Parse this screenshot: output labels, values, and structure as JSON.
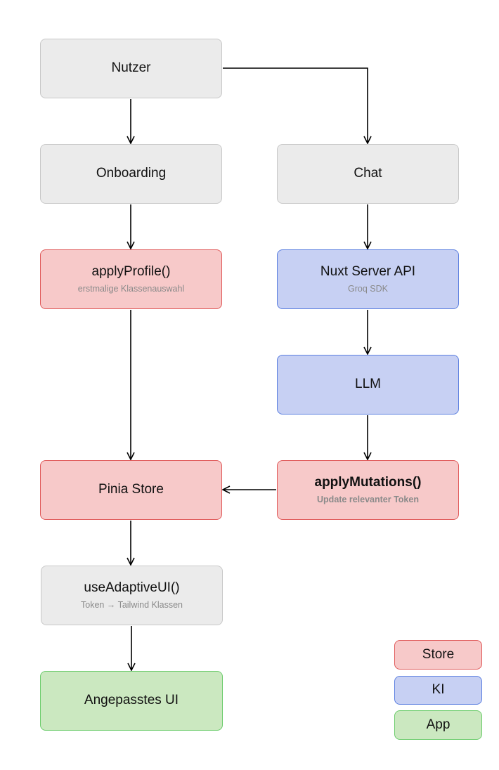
{
  "nodes": {
    "nutzer": {
      "label": "Nutzer"
    },
    "onboarding": {
      "label": "Onboarding"
    },
    "chat": {
      "label": "Chat"
    },
    "apply_profile": {
      "label": "applyProfile()",
      "sub": "erstmalige Klassenauswahl"
    },
    "nuxt_server_api": {
      "label": "Nuxt Server API",
      "sub": "Groq SDK"
    },
    "llm": {
      "label": "LLM"
    },
    "pinia_store": {
      "label": "Pinia Store"
    },
    "apply_mutations": {
      "label": "applyMutations()",
      "sub": "Update relevanter Token"
    },
    "use_adaptive_ui": {
      "label": "useAdaptiveUI()",
      "sub": "Token → Tailwind Klassen"
    },
    "angepasstes_ui": {
      "label": "Angepasstes UI"
    }
  },
  "legend": [
    {
      "label": "Store",
      "color": "#f7c9c9"
    },
    {
      "label": "KI",
      "color": "#c7d0f3"
    },
    {
      "label": "App",
      "color": "#cbe8c0"
    }
  ],
  "colors": {
    "gray": "#ebebeb",
    "red": "#f7c9c9",
    "blue": "#c7d0f3",
    "green": "#cbe8c0"
  },
  "edges": [
    {
      "from": "Nutzer",
      "to": "Onboarding"
    },
    {
      "from": "Nutzer",
      "to": "Chat"
    },
    {
      "from": "Onboarding",
      "to": "applyProfile()"
    },
    {
      "from": "Chat",
      "to": "Nuxt Server API"
    },
    {
      "from": "applyProfile()",
      "to": "Pinia Store"
    },
    {
      "from": "Nuxt Server API",
      "to": "LLM"
    },
    {
      "from": "LLM",
      "to": "applyMutations()"
    },
    {
      "from": "applyMutations()",
      "to": "Pinia Store"
    },
    {
      "from": "Pinia Store",
      "to": "useAdaptiveUI()"
    },
    {
      "from": "useAdaptiveUI()",
      "to": "Angepasstes UI"
    }
  ]
}
